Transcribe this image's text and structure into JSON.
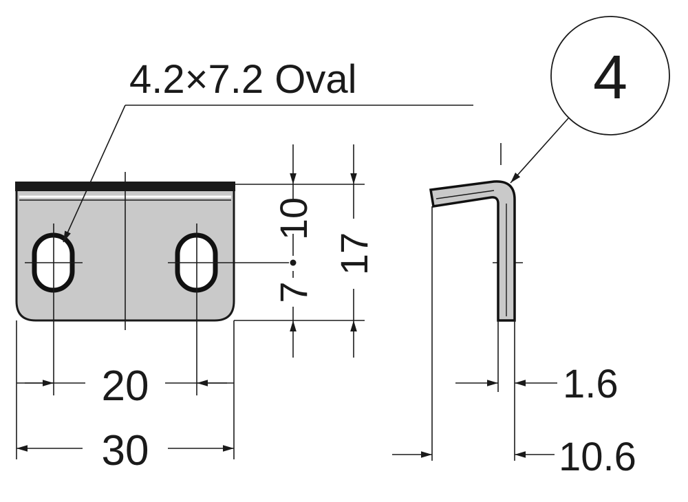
{
  "callout": {
    "oval_label": "4.2×7.2 Oval",
    "part_number": "4"
  },
  "dimensions": {
    "hole_spacing": "20",
    "overall_width": "30",
    "hole_to_top": "10",
    "hole_to_bottom": "7",
    "overall_height": "17",
    "thickness": "1.6",
    "overall_depth": "10.6"
  },
  "colors": {
    "plate_fill": "#c9c9c9",
    "line": "#1a1a1a",
    "background": "#ffffff"
  }
}
